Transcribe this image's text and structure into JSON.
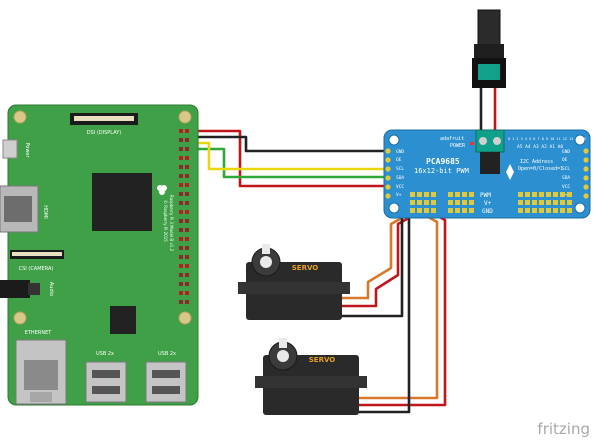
{
  "raspberry_pi": {
    "power_label": "Power",
    "dsi_label": "DSI (DISPLAY)",
    "hdmi_label": "HDMI",
    "csi_label": "CSI (CAMERA)",
    "audio_label": "Audio",
    "ethernet_label": "ETHERNET",
    "usb_label_1": "USB 2x",
    "usb_label_2": "USB 2x",
    "board_text_1": "Raspberry Pi 3 Model B v1.2",
    "board_text_2": "© Raspberry Pi 2015"
  },
  "pwm_board": {
    "brand": "adafruit",
    "power_label": "POWER",
    "chip_name": "PCA9685",
    "chip_desc": "16x12-bit PWM",
    "i2c_line1": "I2C Address",
    "i2c_line2": "Open=0/Closed=1",
    "address_bits": "A5 A4 A3 A2 A1 A0",
    "pin_labels": [
      "GND",
      "OE",
      "SCL",
      "SDA",
      "VCC",
      "V+"
    ],
    "pwm_labels": [
      "PWM",
      "V+",
      "GND"
    ],
    "column_numbers": "0 1 2 3 4 5 6 7 8 9 10 11 12 13 14 15"
  },
  "servos": [
    {
      "label": "SERVO"
    },
    {
      "label": "SERVO"
    }
  ],
  "footer": {
    "brand": "fritzing"
  },
  "colors": {
    "pi_green": "#3fa047",
    "pwm_blue": "#2b8fd0",
    "wire_red": "#c0161b",
    "wire_black": "#222222",
    "wire_yellow": "#e8d60f",
    "wire_green": "#2ea836",
    "wire_orange": "#d9772a",
    "terminal_green": "#11a08a"
  }
}
